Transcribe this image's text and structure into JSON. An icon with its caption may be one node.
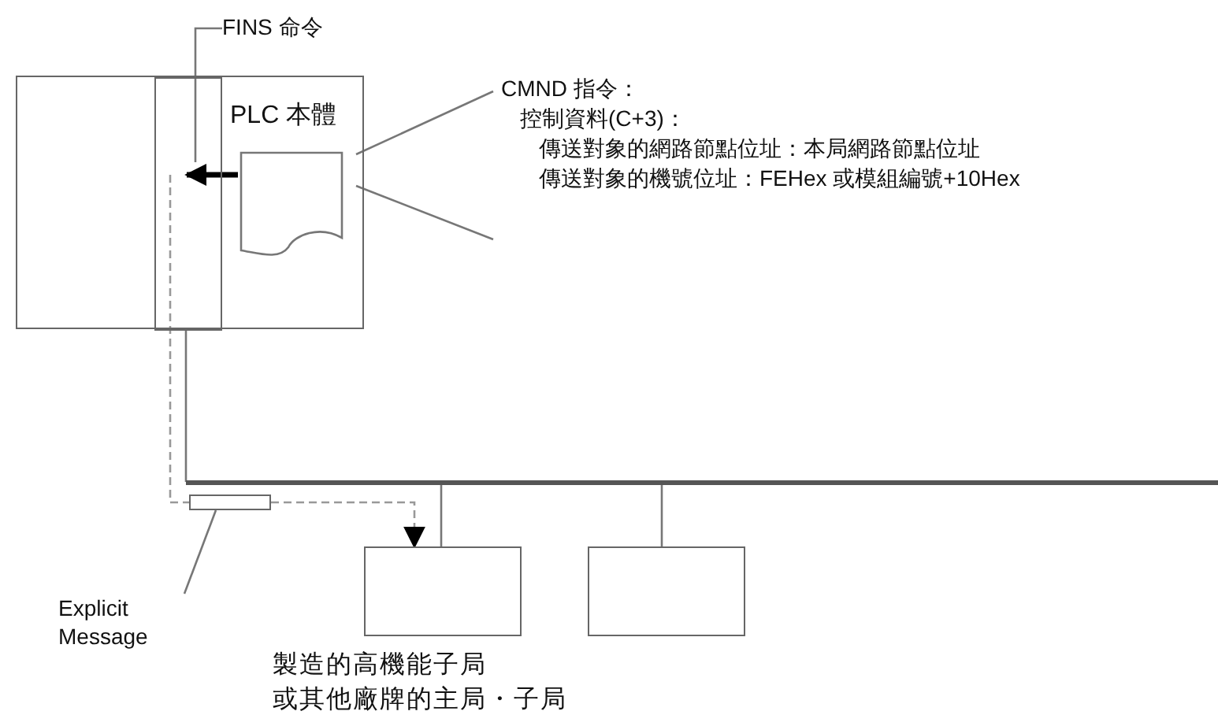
{
  "diagram": {
    "nodes": [
      {
        "text": [],
        "shape": "box"
      },
      {
        "text": [],
        "shape": "box",
        "in": 0
      },
      {
        "text": [
          "PLC 本體"
        ],
        "in": 0
      },
      {
        "text": [],
        "shape": "document",
        "in": 2
      },
      {
        "text": [
          "FINS 命令"
        ]
      },
      {
        "text": [
          "CMND 指令：",
          "控制資料(C+3)：",
          "傳送對象的網路節點位址：本局網路節點位址",
          "傳送對象的機號位址：FEHex 或模組編號+10Hex"
        ]
      },
      {
        "text": [],
        "shape": "box"
      },
      {
        "text": [
          "Explicit Message"
        ]
      },
      {
        "text": [],
        "shape": "box"
      },
      {
        "text": [],
        "shape": "box"
      },
      {
        "text": [],
        "shape": "bar"
      }
    ],
    "edges": [
      {
        "from": 3,
        "to": 1,
        "arrow": "to",
        "style": "thick",
        "color": "#000000"
      },
      {
        "from": 4,
        "to": 1,
        "arrow": "none"
      },
      {
        "from": 3,
        "to": 5,
        "arrow": "none"
      },
      {
        "from": 3,
        "to": 5,
        "arrow": "none"
      },
      {
        "from": 1,
        "to": 10,
        "arrow": "none"
      },
      {
        "from": 10,
        "to": 8,
        "arrow": "none"
      },
      {
        "from": 10,
        "to": 9,
        "arrow": "none"
      },
      {
        "from": 1,
        "to": 6,
        "arrow": "none",
        "style": "dashed",
        "color": "#999999"
      },
      {
        "from": 6,
        "to": 8,
        "arrow": "to",
        "style": "dashed",
        "color": "#999999"
      },
      {
        "from": 7,
        "to": 6,
        "arrow": "none"
      }
    ],
    "labels": [
      "製造的高機能子局",
      "或其他廠牌的主局・子局"
    ]
  }
}
